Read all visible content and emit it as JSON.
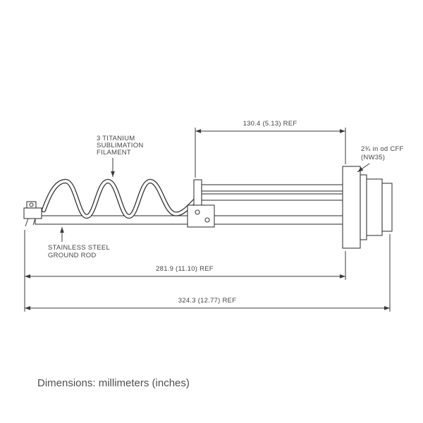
{
  "labels": {
    "filament_1": "3 TITANIUM",
    "filament_2": "SUBLIMATION",
    "filament_3": "FILAMENT",
    "flange_1": "2¾ in od CFF",
    "flange_2": "(NW35)",
    "rod_1": "STAINLESS STEEL",
    "rod_2": "GROUND ROD"
  },
  "dimensions": {
    "top": "130.4 (5.13) REF",
    "middle": "281.9 (11.10) REF",
    "overall": "324.3 (12.77) REF"
  },
  "footer": "Dimensions: millimeters (inches)",
  "colors": {
    "line": "#3b3b3b",
    "text": "#454545"
  }
}
